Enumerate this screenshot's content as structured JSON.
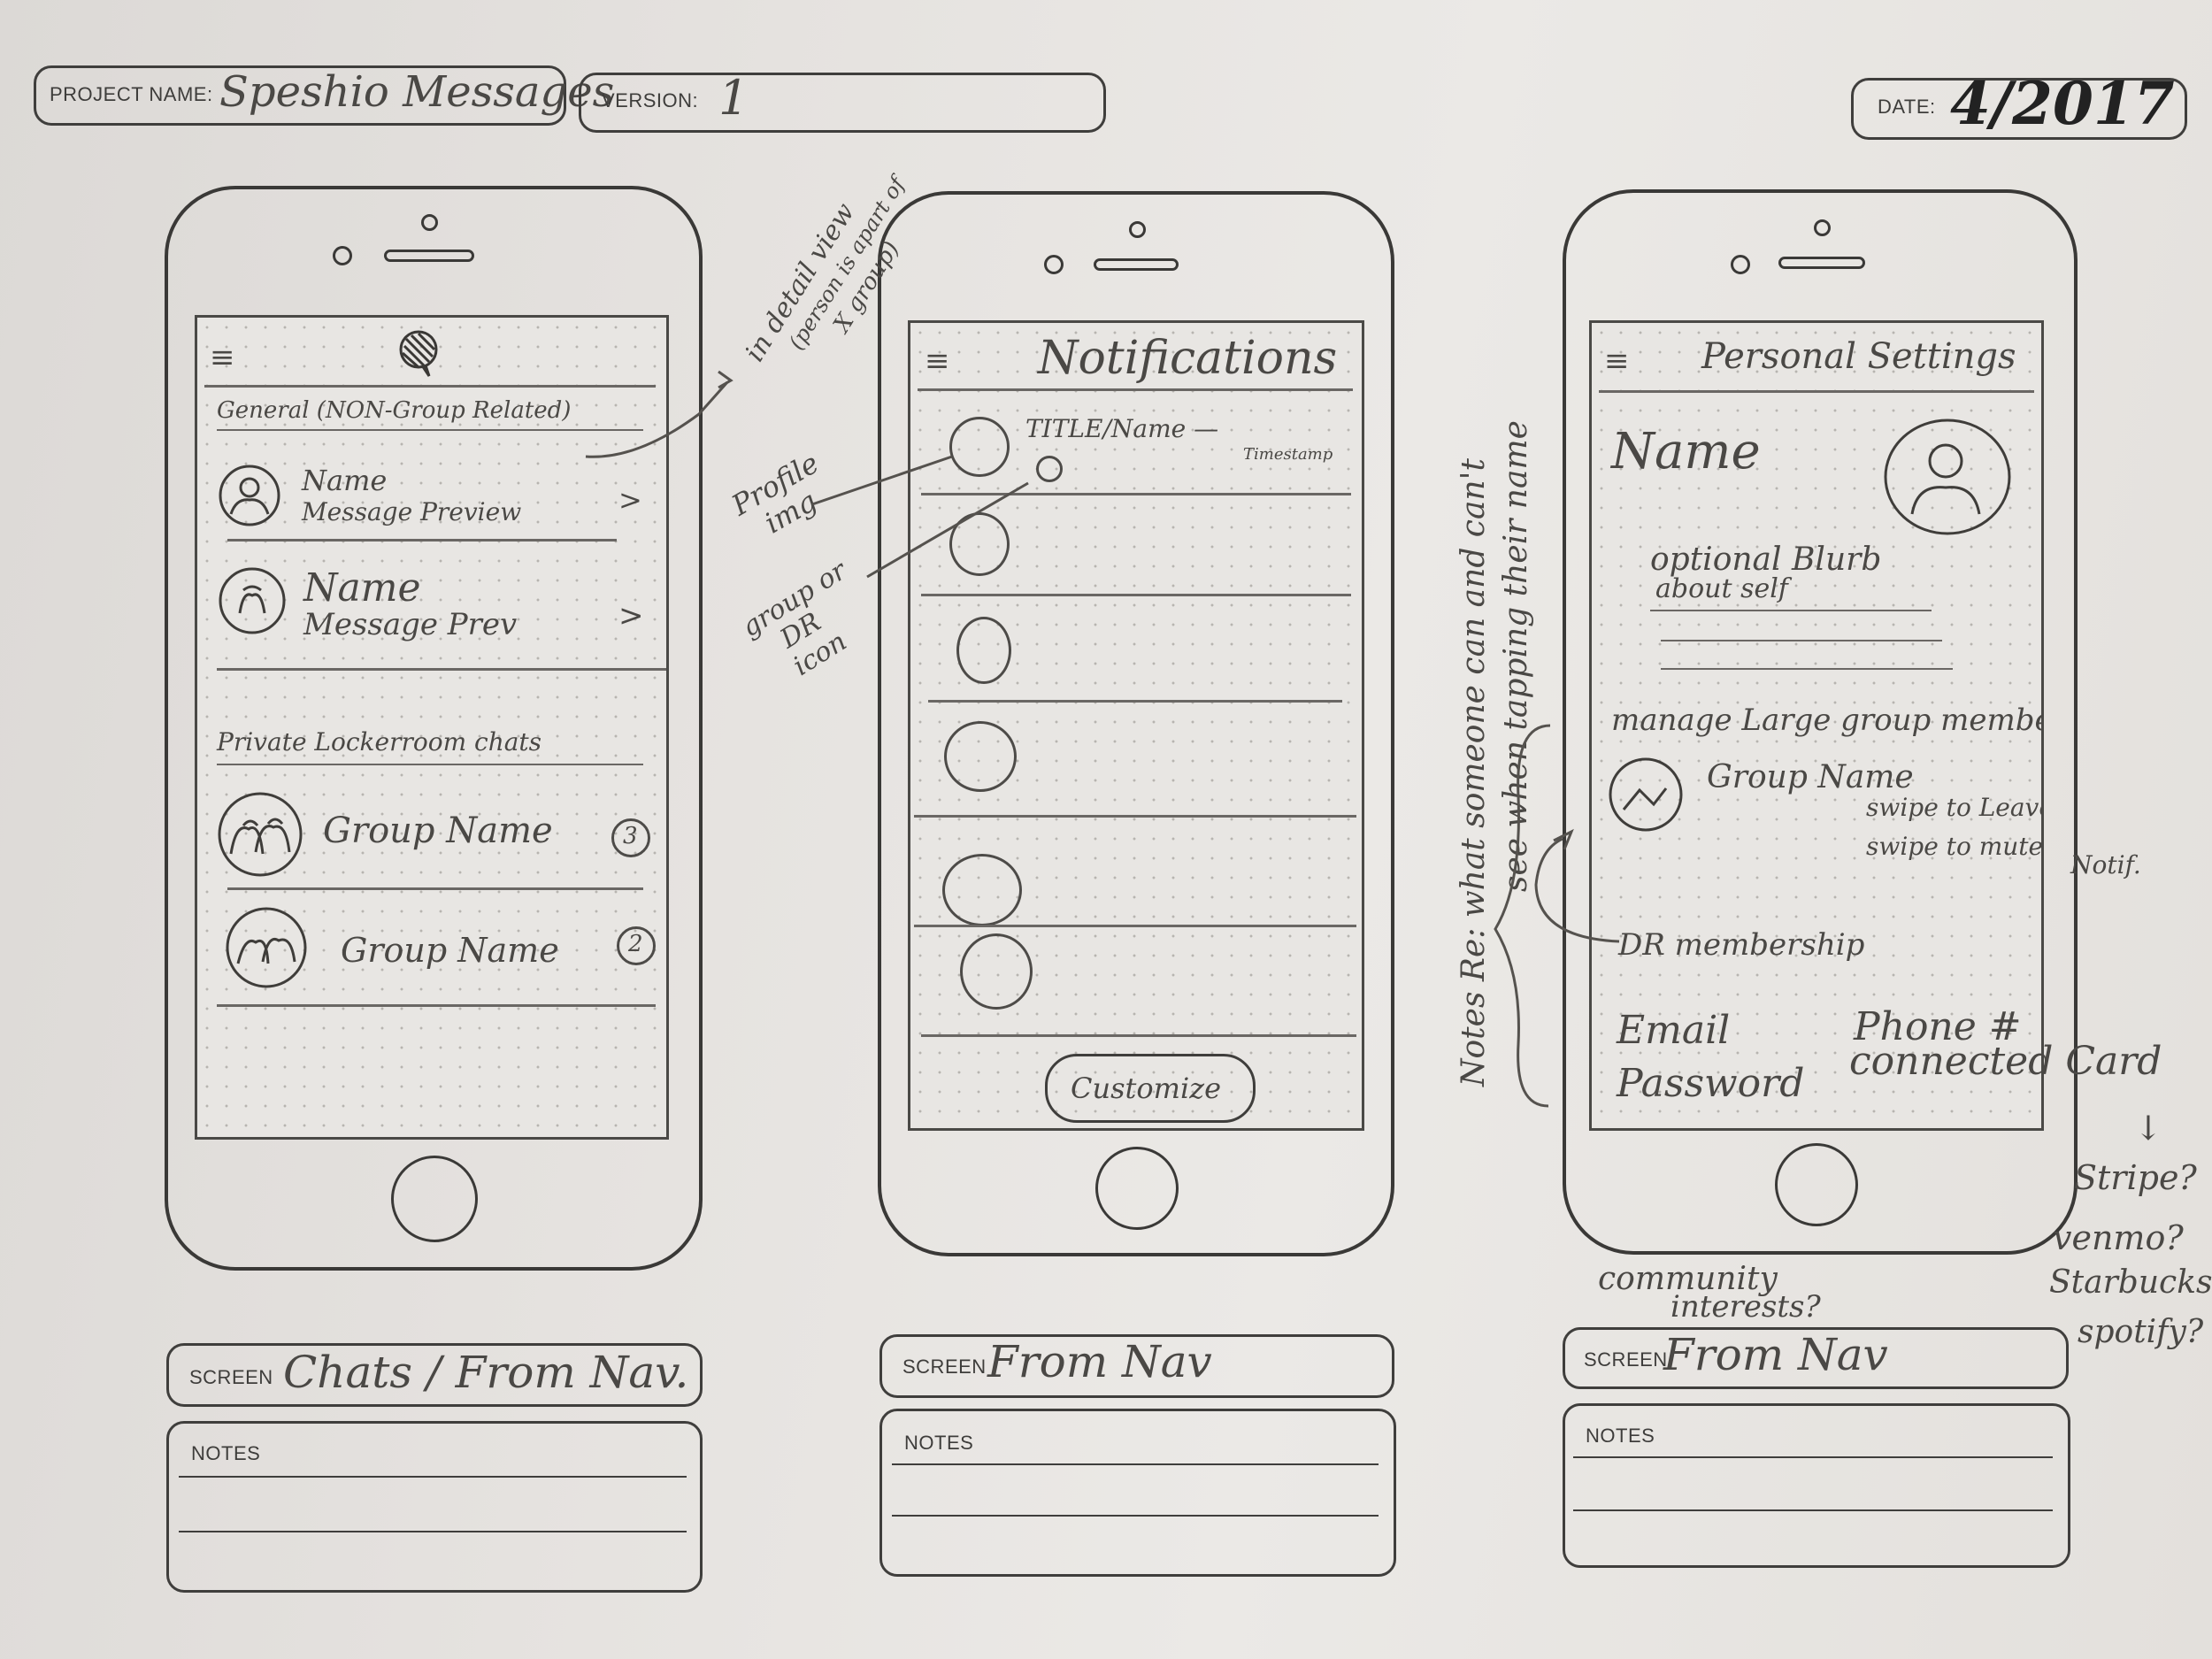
{
  "header": {
    "project_label": "PROJECT NAME:",
    "project_value": "Speshio Messages",
    "version_label": "VERSION:",
    "version_value": "1",
    "date_label": "DATE:",
    "date_value": "4/2017"
  },
  "phone1": {
    "section_general": "General (NON-Group Related)",
    "items": [
      {
        "name": "Name",
        "preview": "Message Preview",
        "arrow": ">"
      },
      {
        "name": "Name",
        "preview": "Message Prev",
        "arrow": ">"
      }
    ],
    "section_private": "Private Lockerroom chats",
    "groups": [
      {
        "name": "Group Name",
        "badge": "3"
      },
      {
        "name": "Group Name",
        "badge": "2"
      }
    ],
    "screen_label": "SCREEN",
    "screen_value": "Chats / From Nav.",
    "notes_label": "NOTES"
  },
  "phone2": {
    "title": "Notifications",
    "row_title": "TITLE/Name —",
    "timestamp": "Timestamp",
    "button": "Customize",
    "screen_label": "SCREEN",
    "screen_value": "From Nav",
    "notes_label": "NOTES"
  },
  "phone3": {
    "title": "Personal Settings",
    "name": "Name",
    "blurb_line1": "optional Blurb",
    "blurb_line2": "about self",
    "manage": "manage Large group membership",
    "group_name": "Group Name",
    "swipe_leave": "swipe to Leave",
    "swipe_mute": "swipe to mute",
    "notif": "Notif.",
    "dr_membership": "DR membership",
    "email": "Email",
    "password": "Password",
    "phone": "Phone #",
    "card": "connected Card",
    "screen_label": "SCREEN",
    "screen_value": "From Nav",
    "notes_label": "NOTES"
  },
  "annotations": {
    "detail_view_1": "in detail view",
    "detail_view_2": "(person is apart of",
    "detail_view_3": "X group)",
    "profile_1": "Profile",
    "profile_2": "img",
    "group_1": "group or",
    "group_2": "DR",
    "group_3": "icon",
    "notes_re_1": "Notes Re: what someone can and can't",
    "notes_re_2": "see when tapping their name",
    "community_1": "community",
    "community_2": "interests?",
    "stripe": "Stripe?",
    "venmo": "venmo?",
    "starbucks": "Starbucks",
    "spotify": "spotify?"
  }
}
